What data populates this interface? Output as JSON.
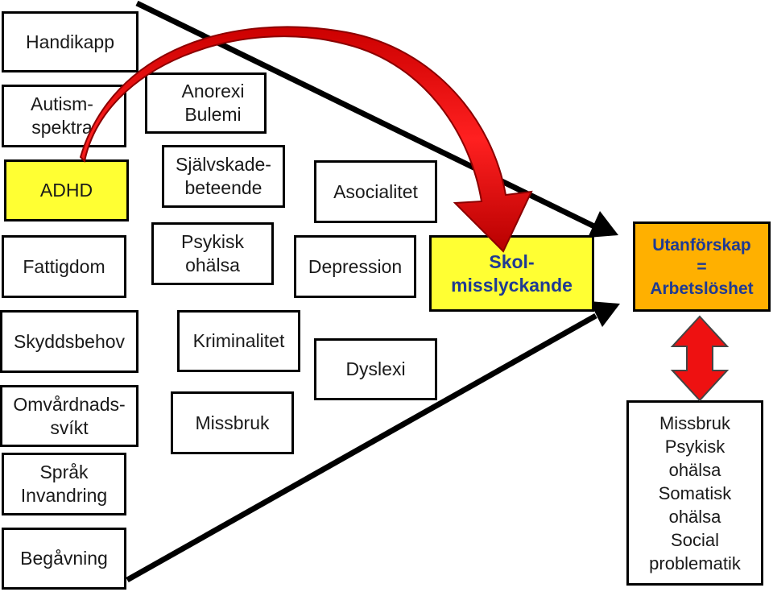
{
  "left_column": {
    "handikapp": "Handikapp",
    "autism": "Autism-\nspektra",
    "adhd": "ADHD",
    "fattigdom": "Fattigdom",
    "skyddsbehov": "Skyddsbehov",
    "omvardnadssvikt": "Omvårdnads-\nsvíkt",
    "sprak": "Språk\nInvandring",
    "begavning": "Begåvning"
  },
  "middle_column": {
    "anorexi": "Anorexi\nBulemi",
    "sjalvskade": "Självskade-\nbeteende",
    "psykisk": "Psykisk\nohälsa",
    "kriminalitet": "Kriminalitet",
    "missbruk": "Missbruk"
  },
  "third_column": {
    "asocialitet": "Asocialitet",
    "depression": "Depression",
    "dyslexi": "Dyslexi"
  },
  "outcomes": {
    "skolmisslyckande": "Skol-\nmisslyckande",
    "utanforskap": "Utanförskap\n=\nArbetslöshet",
    "consequences": "Missbruk\nPsykisk\nohälsa\nSomatisk\nohälsa\nSocial\nproblematik"
  },
  "colors": {
    "highlight_yellow": "#ffff33",
    "highlight_orange": "#ffb000",
    "arrow_red": "#ee1111",
    "outcome_text": "#1f3a93"
  }
}
